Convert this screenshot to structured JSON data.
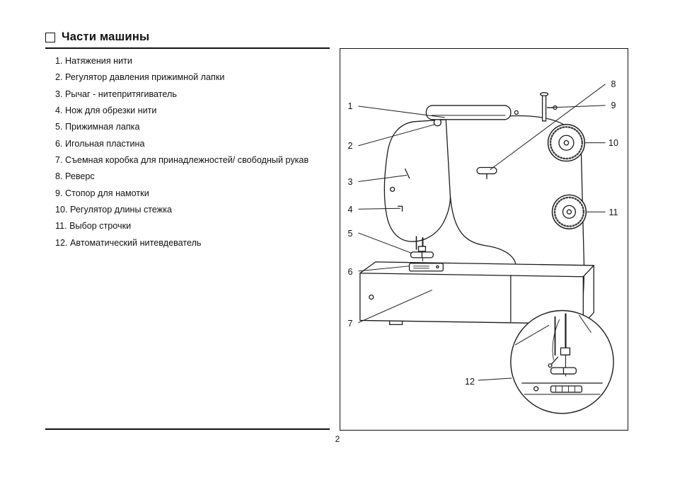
{
  "page": {
    "title": "Части машины",
    "page_number": "2"
  },
  "colors": {
    "ink": "#111111",
    "background": "#ffffff"
  },
  "parts": [
    "1. Натяжения нити",
    "2. Регулятор давления прижимной лапки",
    "3. Рычаг - нитепритягиватель",
    "4. Нож для обрезки нити",
    "5. Прижимная лапка",
    "6. Игольная пластина",
    "7. Съемная коробка для принадлежностей/ свободный рукав",
    "8. Реверс",
    "9. Стопор для намотки",
    "10. Регулятор длины стежка",
    "11. Выбор строчки",
    "12. Автоматический нитевдеватель"
  ],
  "callouts": [
    "1",
    "2",
    "3",
    "4",
    "5",
    "6",
    "7",
    "8",
    "9",
    "10",
    "11",
    "12"
  ]
}
